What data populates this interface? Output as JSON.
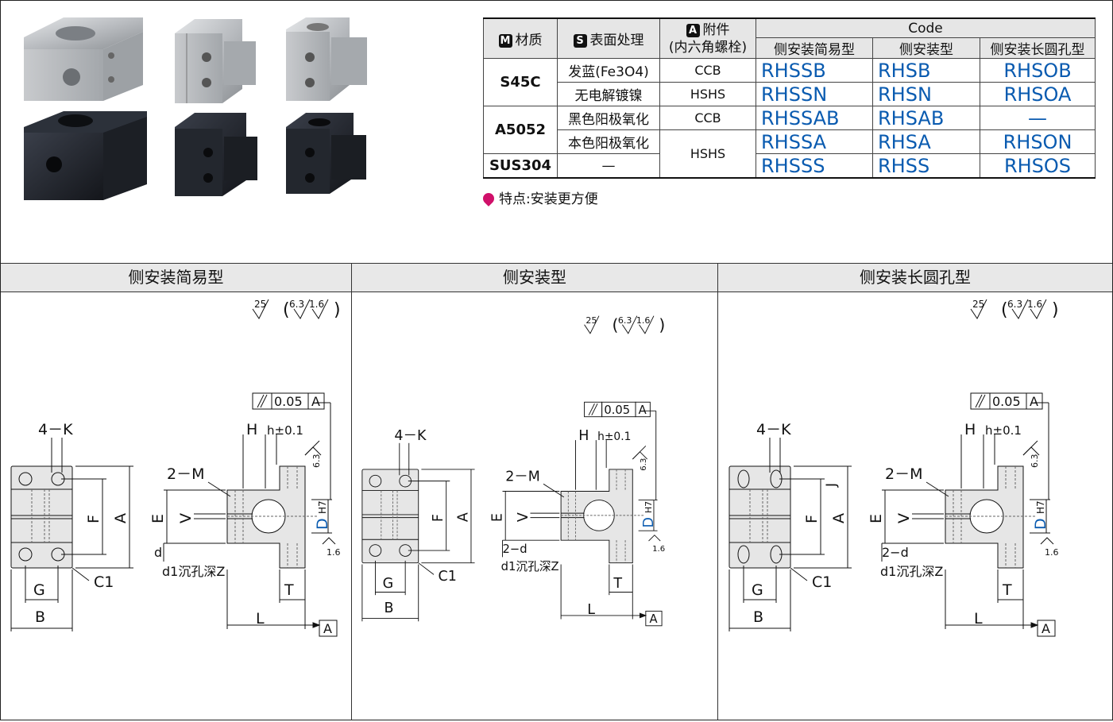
{
  "table": {
    "headers": {
      "material": "材质",
      "surface": "表面处理",
      "accessory_line1": "附件",
      "accessory_line2": "(内六角螺栓)",
      "code": "Code",
      "type1": "侧安装简易型",
      "type2": "侧安装型",
      "type3": "侧安装长圆孔型",
      "badge_m": "M",
      "badge_s": "S",
      "badge_a": "A"
    },
    "rows": [
      {
        "material": "S45C",
        "surface": "发蓝(Fe3O4)",
        "accessory": "CCB",
        "codes": [
          "RHSSB",
          "RHSB",
          "RHSOB"
        ]
      },
      {
        "material": "",
        "surface": "无电解镀镍",
        "accessory": "HSHS",
        "codes": [
          "RHSSN",
          "RHSN",
          "RHSOA"
        ]
      },
      {
        "material": "A5052",
        "surface": "黑色阳极氧化",
        "accessory": "CCB",
        "codes": [
          "RHSSAB",
          "RHSAB",
          "—"
        ]
      },
      {
        "material": "",
        "surface": "本色阳极氧化",
        "accessory": "HSHS",
        "codes": [
          "RHSSA",
          "RHSA",
          "RHSON"
        ]
      },
      {
        "material": "SUS304",
        "surface": "—",
        "accessory": "",
        "codes": [
          "RHSSS",
          "RHSS",
          "RHSOS"
        ]
      }
    ]
  },
  "feature": "特点:安装更方便",
  "sections": [
    "侧安装简易型",
    "侧安装型",
    "侧安装长圆孔型"
  ],
  "drawing": {
    "roughness_main": "25",
    "roughness_a": "6.3",
    "roughness_b": "1.6",
    "parallel_value": "0.05",
    "datum": "A",
    "labels": {
      "k": "4－K",
      "m": "2－M",
      "h": "H",
      "h_small": "h±0.1",
      "a": "A",
      "f": "F",
      "e": "E",
      "v": "V",
      "d_cap": "D",
      "h7": "H7",
      "d_small1": "d",
      "d_small2": "2−d",
      "counterbore": "d1沉孔深Z",
      "c1": "C1",
      "g": "G",
      "b": "B",
      "l": "L",
      "t": "T",
      "j": "J"
    }
  }
}
